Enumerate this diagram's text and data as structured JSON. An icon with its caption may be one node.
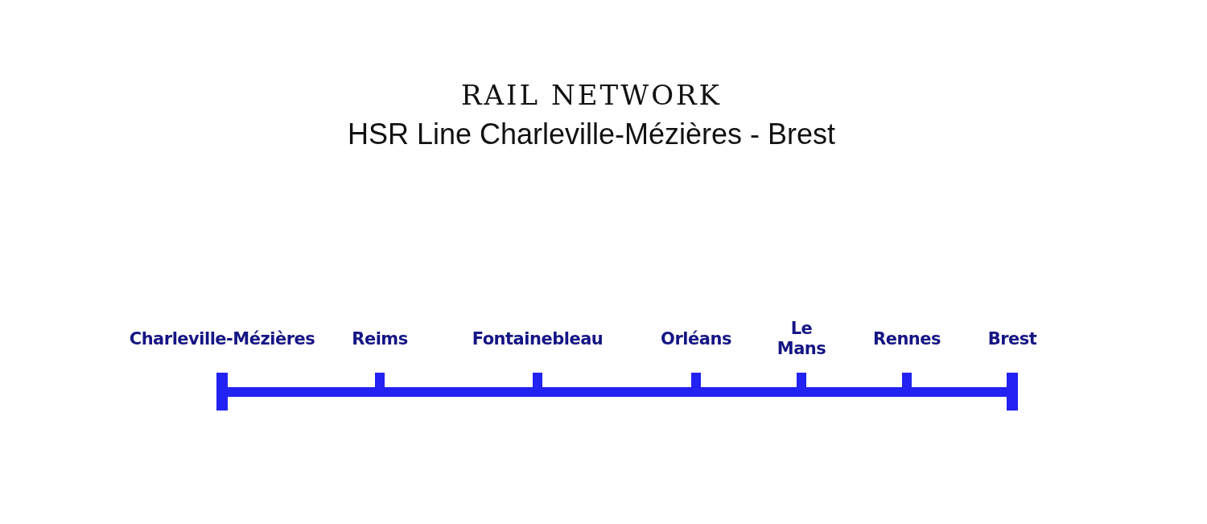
{
  "diagram": {
    "title": "RAIL NETWORK",
    "nodes": [
      {
        "text": [],
        "shape": "bar",
        "beside": [
          "Charleville-Mézières"
        ]
      },
      {
        "text": [],
        "shape": "bar",
        "beside": [
          "Reims"
        ]
      },
      {
        "text": [],
        "shape": "bar",
        "beside": [
          "Fontainebleau"
        ]
      },
      {
        "text": [],
        "shape": "bar",
        "beside": [
          "Orléans"
        ]
      },
      {
        "text": [],
        "shape": "bar",
        "beside": [
          "Le Mans"
        ]
      },
      {
        "text": [],
        "shape": "bar",
        "beside": [
          "Rennes"
        ]
      },
      {
        "text": [],
        "shape": "bar",
        "beside": [
          "Brest"
        ]
      }
    ],
    "edges": [
      {
        "from": 0,
        "to": 1,
        "arrow": "none"
      },
      {
        "from": 1,
        "to": 2,
        "arrow": "none"
      },
      {
        "from": 2,
        "to": 3,
        "arrow": "none"
      },
      {
        "from": 3,
        "to": 4,
        "arrow": "none"
      },
      {
        "from": 4,
        "to": 5,
        "arrow": "none"
      },
      {
        "from": 5,
        "to": 6,
        "arrow": "none"
      }
    ],
    "labels": [
      "HSR Line Charleville-Mézières - Brest"
    ]
  }
}
